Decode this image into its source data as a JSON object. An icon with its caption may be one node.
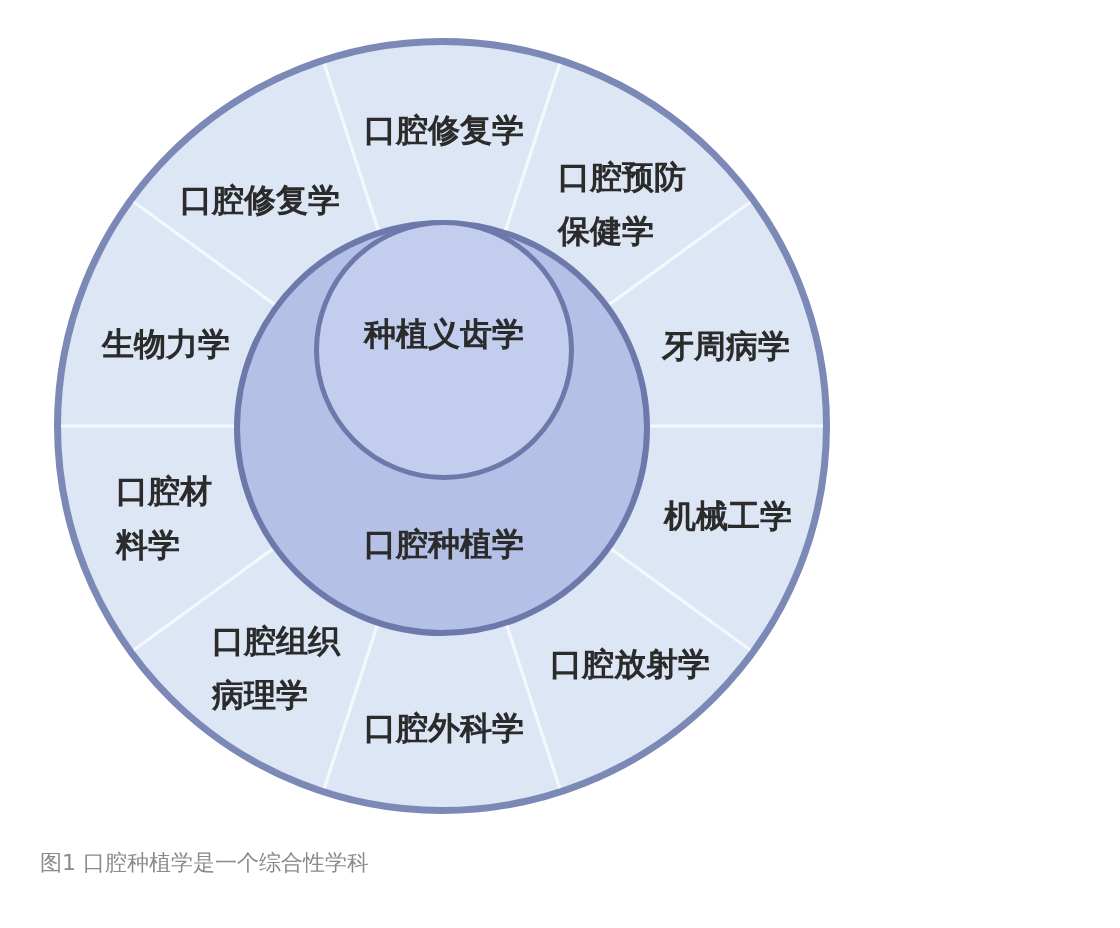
{
  "diagram": {
    "caption": "图1 口腔种植学是一个综合性学科",
    "nodes": [
      {
        "text": [],
        "shape": "circle"
      },
      {
        "text": [
          "口腔修复学"
        ],
        "in": 0
      },
      {
        "text": [
          "口腔修复学"
        ],
        "in": 0
      },
      {
        "text": [
          "口腔预防保健学"
        ],
        "in": 0
      },
      {
        "text": [
          "口腔种植学"
        ],
        "in": 0
      },
      {
        "text": [
          "种植义齿学"
        ],
        "in": 4
      },
      {
        "text": [
          "生物力学"
        ],
        "in": 0
      },
      {
        "text": [
          "牙周病学"
        ],
        "in": 0
      },
      {
        "text": [
          "口腔材料学"
        ],
        "in": 0
      },
      {
        "text": [
          "机械工学"
        ],
        "in": 0
      },
      {
        "text": [
          "口腔组织病理学"
        ],
        "in": 0
      },
      {
        "text": [
          "口腔放射学"
        ],
        "in": 0
      },
      {
        "text": [
          "口腔外科学"
        ],
        "in": 0
      }
    ],
    "edges": []
  }
}
